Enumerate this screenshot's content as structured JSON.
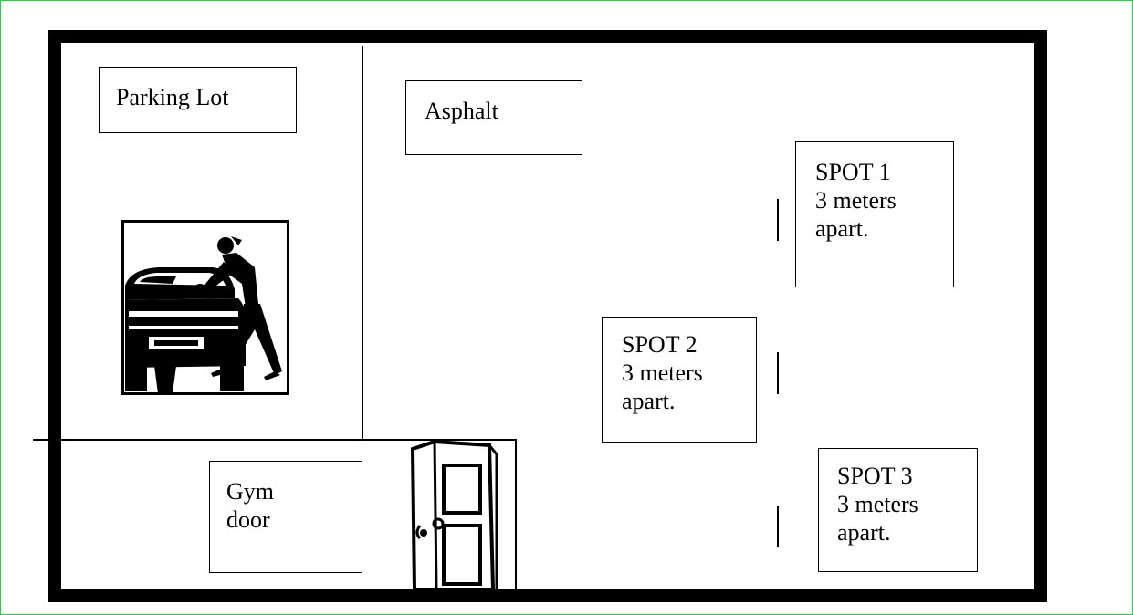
{
  "labels": {
    "parking_lot": "Parking Lot",
    "asphalt": "Asphalt",
    "gym_door": [
      "Gym",
      "door"
    ],
    "spot1": [
      "SPOT 1",
      "3 meters",
      "apart."
    ],
    "spot2": [
      "SPOT 2",
      "3 meters",
      "apart."
    ],
    "spot3": [
      "SPOT 3",
      "3 meters",
      "apart."
    ]
  },
  "icons": {
    "car_wash": "car-wash-clipart-icon",
    "door": "door-clipart-icon"
  },
  "colors": {
    "frame": "#22d63a",
    "ink": "#000000",
    "background": "#ffffff"
  }
}
